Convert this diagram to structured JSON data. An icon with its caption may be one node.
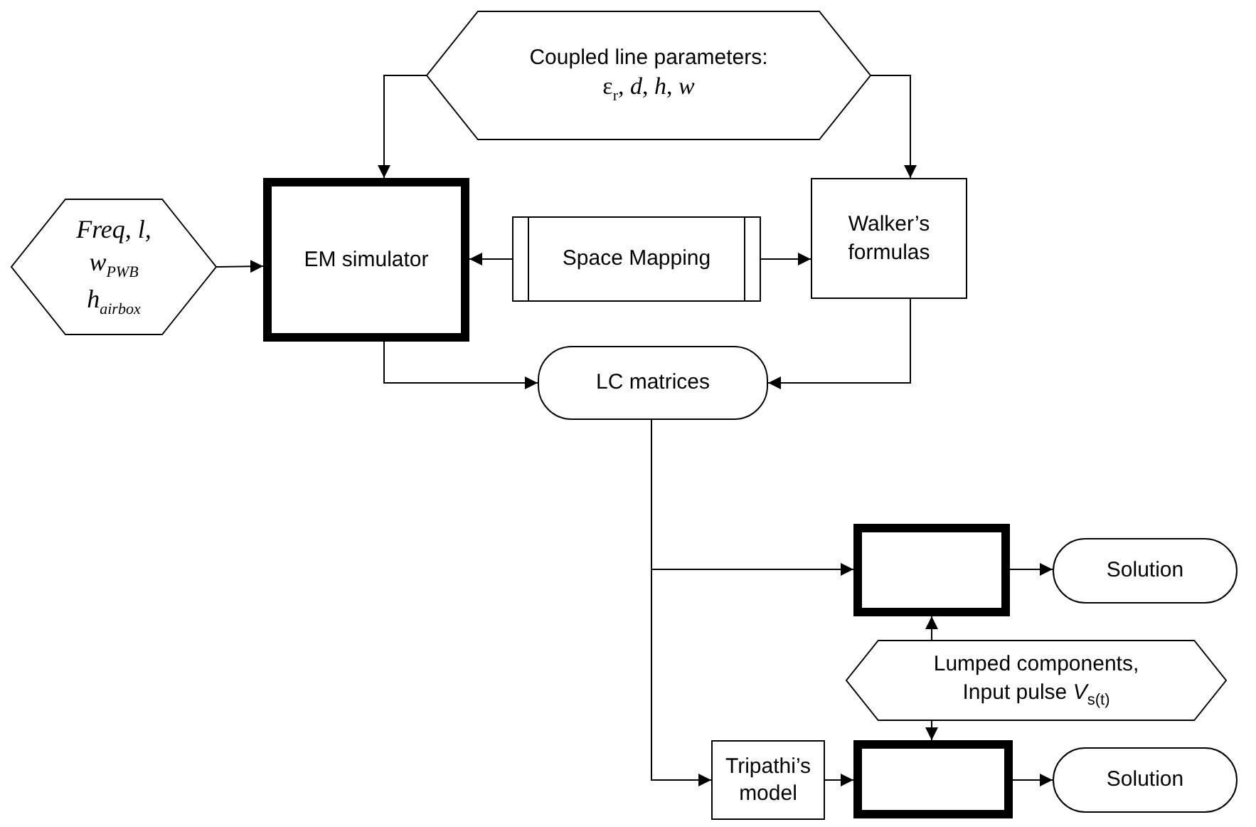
{
  "diagram": {
    "nodes": [
      {
        "text": [
          "Coupled line parameters:",
          "ε$_{r}$, *d*, *h*, *w*"
        ]
      },
      {
        "text": [
          "Freq, l, w$_{PWB}$ h$_{airbox}$"
        ]
      },
      {
        "text": [
          "EM simulator"
        ]
      },
      {
        "text": [
          "Space Mapping"
        ]
      },
      {
        "text": [
          "Walker’s formulas"
        ]
      },
      {
        "text": [
          "LC matrices"
        ]
      },
      {
        "text": [],
        "shape": "box"
      },
      {
        "text": [
          "Solution"
        ]
      },
      {
        "text": [
          "Lumped components, Input pulse *V*$_{s(t)}$"
        ]
      },
      {
        "text": [
          "Tripathi’s model"
        ]
      },
      {
        "text": [],
        "shape": "box"
      },
      {
        "text": [
          "Solution"
        ]
      }
    ],
    "edges": [
      {
        "from": 0,
        "to": 2,
        "arrow": "to"
      },
      {
        "from": 0,
        "to": 4,
        "arrow": "to"
      },
      {
        "from": 1,
        "to": 2,
        "arrow": "to"
      },
      {
        "from": 3,
        "to": 2,
        "arrow": "to"
      },
      {
        "from": 3,
        "to": 4,
        "arrow": "to"
      },
      {
        "from": 2,
        "to": 5,
        "arrow": "to"
      },
      {
        "from": 4,
        "to": 5,
        "arrow": "to"
      },
      {
        "from": 5,
        "to": 6,
        "arrow": "to"
      },
      {
        "from": 5,
        "to": 9,
        "arrow": "to"
      },
      {
        "from": 6,
        "to": 7,
        "arrow": "to"
      },
      {
        "from": 8,
        "to": 6,
        "arrow": "to"
      },
      {
        "from": 8,
        "to": 10,
        "arrow": "to"
      },
      {
        "from": 9,
        "to": 10,
        "arrow": "to"
      },
      {
        "from": 10,
        "to": 11,
        "arrow": "to"
      }
    ]
  }
}
